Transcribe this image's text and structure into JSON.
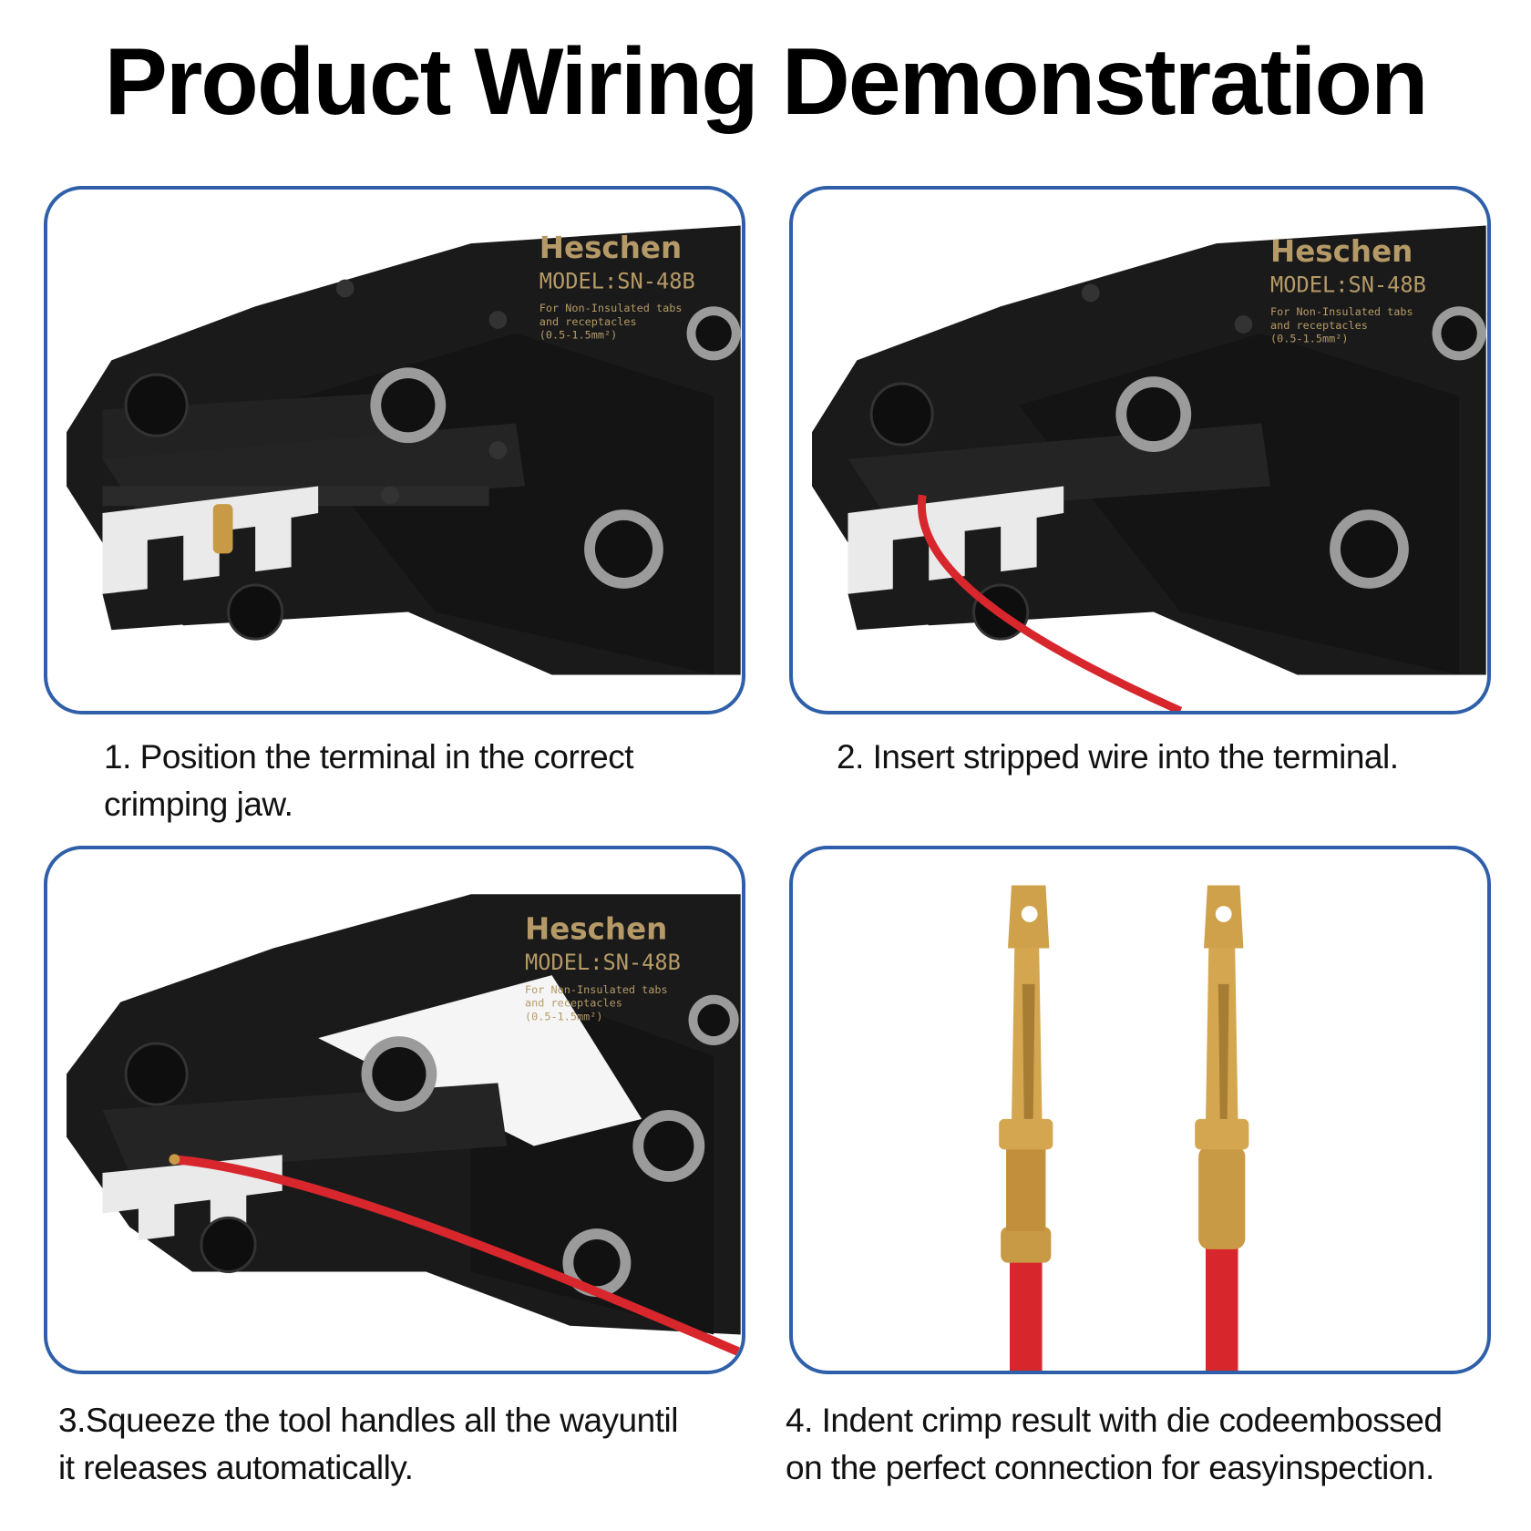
{
  "title": "Product Wiring Demonstration",
  "colors": {
    "panel_border": "#2f5fa8",
    "tool_body": "#1a1a1a",
    "wire": "#d8262d",
    "terminal": "#c99a45",
    "engraving": "#b59a67"
  },
  "tool_engraving": {
    "brand": "Heschen",
    "model": "MODEL:SN-48B",
    "desc_line1": "For Non-Insulated tabs",
    "desc_line2": "and receptacles",
    "desc_line3": "(0.5-1.5mm²)"
  },
  "steps": [
    {
      "image": "crimper-jaw-with-terminal",
      "caption_line1": "1. Position the terminal in the correct",
      "caption_line2": "crimping jaw."
    },
    {
      "image": "crimper-jaw-with-wire",
      "caption_line1": "2. Insert stripped wire into the terminal.",
      "caption_line2": ""
    },
    {
      "image": "crimper-squeezing-wire",
      "caption_line1": "3.Squeeze the tool handles all the wayuntil",
      "caption_line2": "it releases automatically."
    },
    {
      "image": "crimped-terminals-result",
      "caption_line1": "4. Indent crimp result with die codeembossed",
      "caption_line2": "on the perfect connection for easyinspection."
    }
  ]
}
